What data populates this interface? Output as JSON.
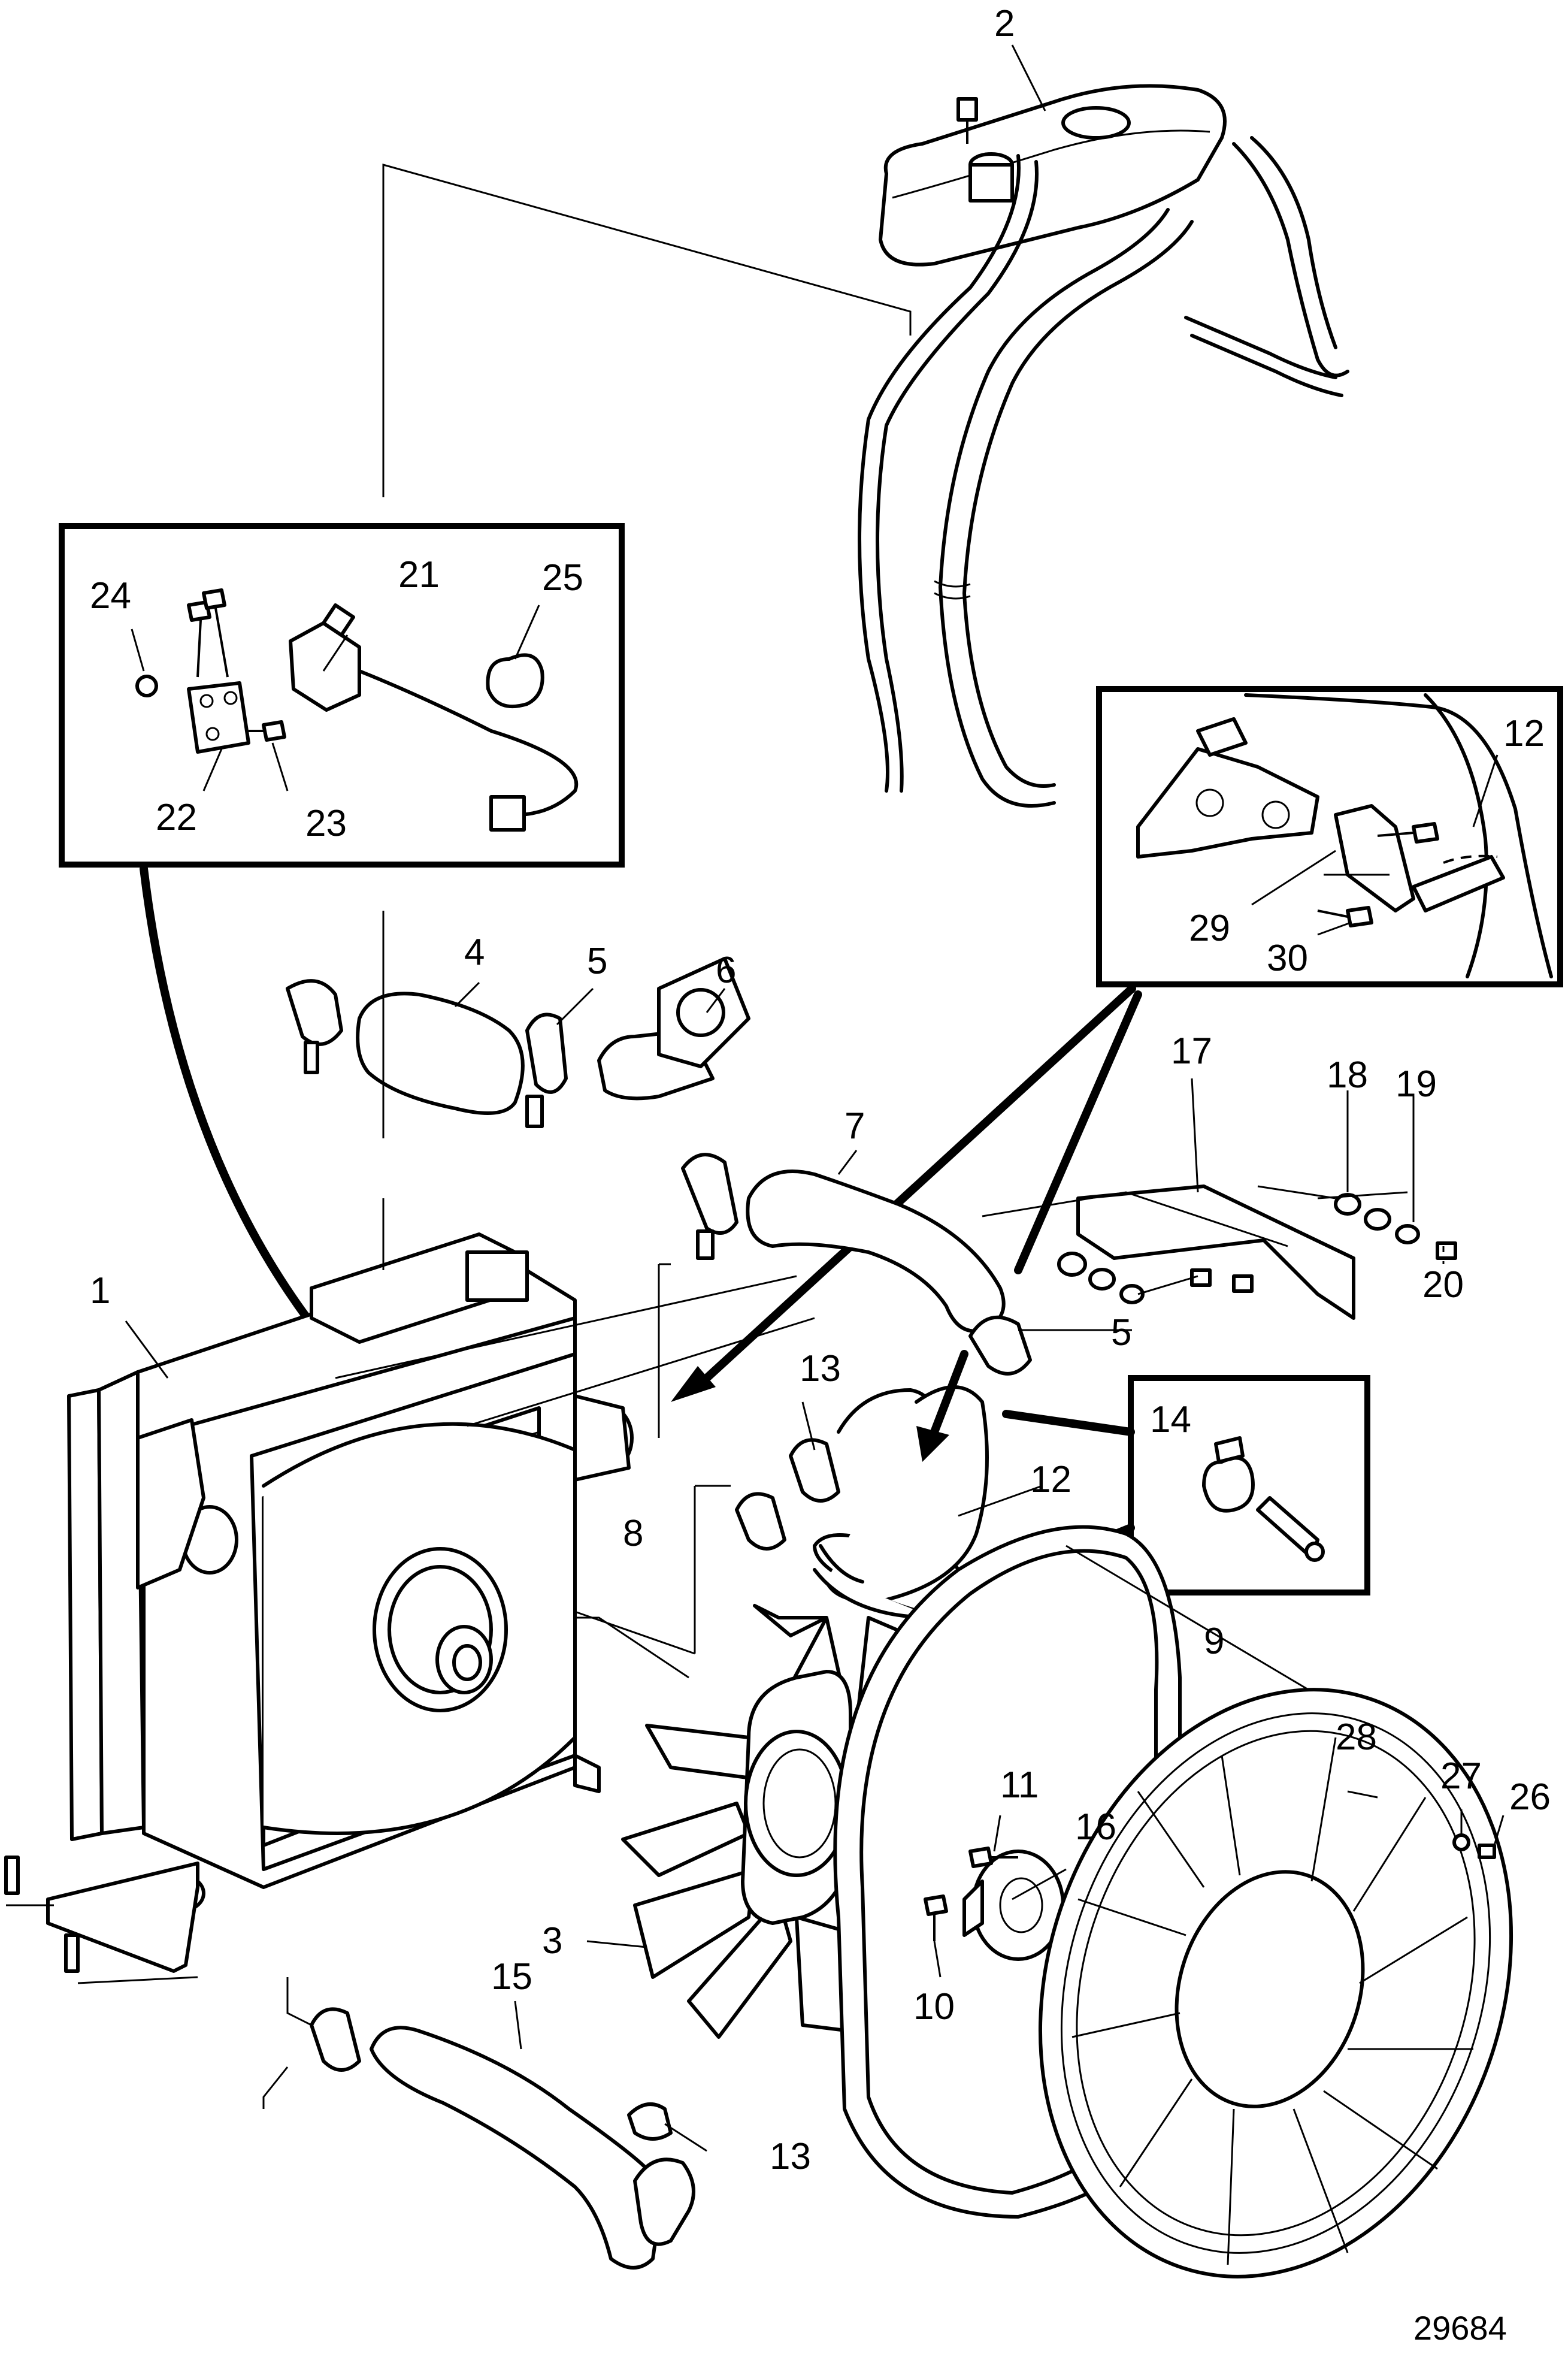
{
  "callouts": [
    {
      "id": "c1",
      "text": "1"
    },
    {
      "id": "c2",
      "text": "2"
    },
    {
      "id": "c3",
      "text": "3"
    },
    {
      "id": "c4",
      "text": "4"
    },
    {
      "id": "c5a",
      "text": "5"
    },
    {
      "id": "c5b",
      "text": "5"
    },
    {
      "id": "c6",
      "text": "6"
    },
    {
      "id": "c7",
      "text": "7"
    },
    {
      "id": "c8",
      "text": "8"
    },
    {
      "id": "c9",
      "text": "9"
    },
    {
      "id": "c10",
      "text": "10"
    },
    {
      "id": "c11",
      "text": "11"
    },
    {
      "id": "c12a",
      "text": "12"
    },
    {
      "id": "c12b",
      "text": "12"
    },
    {
      "id": "c13a",
      "text": "13"
    },
    {
      "id": "c13b",
      "text": "13"
    },
    {
      "id": "c14",
      "text": "14"
    },
    {
      "id": "c15",
      "text": "15"
    },
    {
      "id": "c16",
      "text": "16"
    },
    {
      "id": "c17",
      "text": "17"
    },
    {
      "id": "c18",
      "text": "18"
    },
    {
      "id": "c19",
      "text": "19"
    },
    {
      "id": "c20",
      "text": "20"
    },
    {
      "id": "c21",
      "text": "21"
    },
    {
      "id": "c22",
      "text": "22"
    },
    {
      "id": "c23",
      "text": "23"
    },
    {
      "id": "c24",
      "text": "24"
    },
    {
      "id": "c25",
      "text": "25"
    },
    {
      "id": "c26",
      "text": "26"
    },
    {
      "id": "c27",
      "text": "27"
    },
    {
      "id": "c28",
      "text": "28"
    },
    {
      "id": "c29",
      "text": "29"
    },
    {
      "id": "c30",
      "text": "30"
    }
  ],
  "figure_number": "29684"
}
